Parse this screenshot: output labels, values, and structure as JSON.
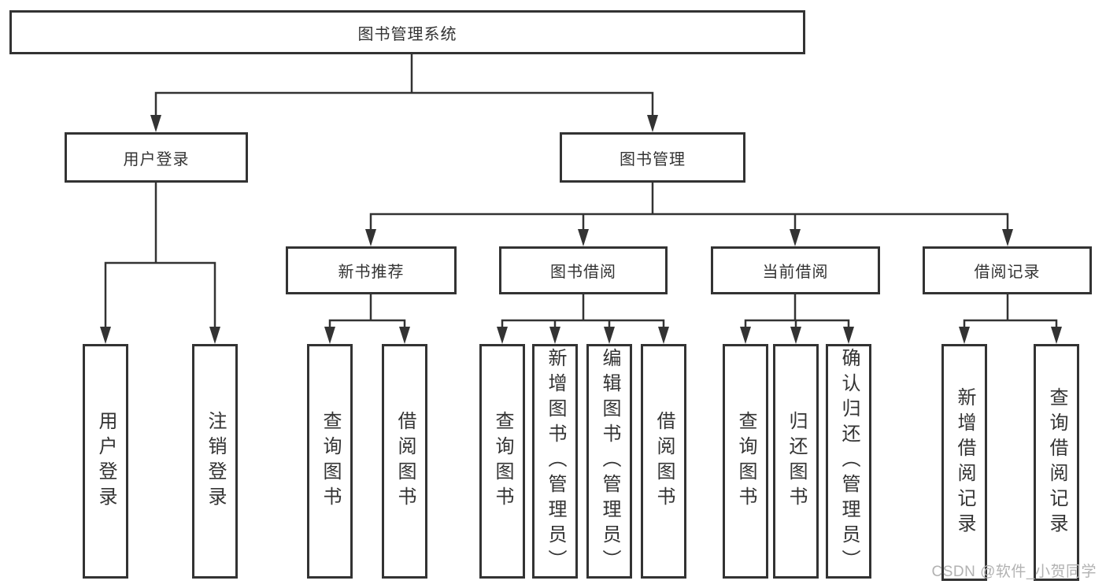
{
  "colors": {
    "canvas-bg": "#ffffff",
    "box-bg": "#ffffff",
    "box-border": "#333333",
    "line": "#333333",
    "text": "#333333",
    "watermark": "#b2b2b2"
  },
  "tree": {
    "label": "图书管理系统",
    "children": [
      {
        "label": "用户登录",
        "children": [
          {
            "label": "用户登录"
          },
          {
            "label": "注销登录"
          }
        ]
      },
      {
        "label": "图书管理",
        "children": [
          {
            "label": "新书推荐",
            "children": [
              {
                "label": "查询图书"
              },
              {
                "label": "借阅图书"
              }
            ]
          },
          {
            "label": "图书借阅",
            "children": [
              {
                "label": "查询图书"
              },
              {
                "label": "新增图书（管理员）"
              },
              {
                "label": "编辑图书（管理员）"
              },
              {
                "label": "借阅图书"
              }
            ]
          },
          {
            "label": "当前借阅",
            "children": [
              {
                "label": "查询图书"
              },
              {
                "label": "归还图书"
              },
              {
                "label": "确认归还（管理员）"
              }
            ]
          },
          {
            "label": "借阅记录",
            "children": [
              {
                "label": "新增借阅记录"
              },
              {
                "label": "查询借阅记录"
              }
            ]
          }
        ]
      }
    ]
  },
  "watermark": "CSDN @软件_小贺同学"
}
